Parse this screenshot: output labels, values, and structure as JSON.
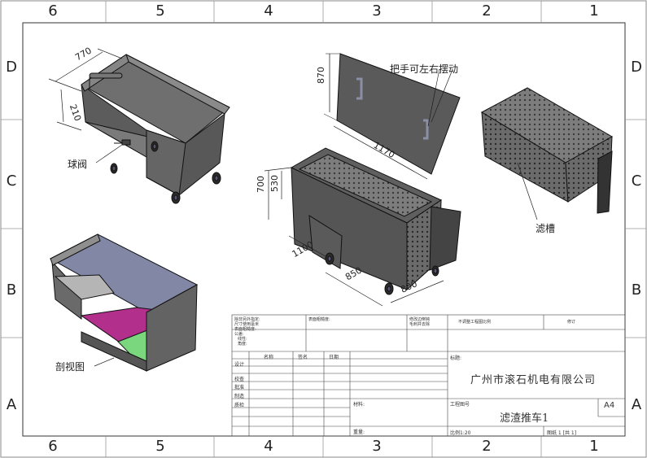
{
  "zones": {
    "top": [
      "6",
      "5",
      "4",
      "3",
      "2",
      "1"
    ],
    "bottom": [
      "6",
      "5",
      "4",
      "3",
      "2",
      "1"
    ],
    "left": [
      "D",
      "C",
      "B",
      "A"
    ],
    "right": [
      "D",
      "C",
      "B",
      "A"
    ]
  },
  "annotations": {
    "ball_valve": "球阀",
    "handle_note": "把手可左右摆动",
    "filter_tank": "滤槽",
    "section_view": "剖视图"
  },
  "dimensions": {
    "d770": "770",
    "d210": "210",
    "d870": "870",
    "d1170": "1170",
    "d700": "700",
    "d530": "530",
    "d1100": "1100",
    "d850": "850",
    "d800": "800"
  },
  "title_block": {
    "notes": [
      "除非另外指定:",
      "尺寸使用毫米",
      "表面粗糙度:",
      "公差:",
      "线性:",
      "角度:"
    ],
    "finish": "表面粗糙度:",
    "deburr": [
      "修改边倒钝",
      "毛刺并去除"
    ],
    "no_scale": "不调整工程图比例",
    "revision": "修订",
    "headers": [
      "名称",
      "签名",
      "日期"
    ],
    "roles": [
      "设计",
      "校查",
      "批准",
      "制造",
      "质检"
    ],
    "title_label": "标题:",
    "company": "广州市滚石机电有限公司",
    "drawing_no_label": "工程图号",
    "product": "滤渣推车1",
    "size": "A4",
    "material_label": "材料:",
    "weight_label": "重量:",
    "scale": "比例1:20",
    "sheet": "图纸 1 [共 1]"
  }
}
